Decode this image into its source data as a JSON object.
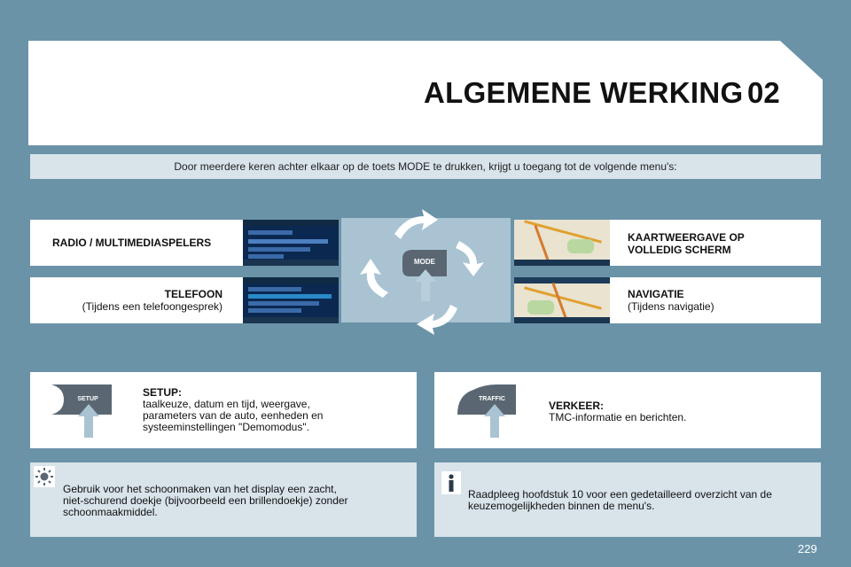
{
  "header": {
    "title": "ALGEMENE WERKING",
    "chapter": "02"
  },
  "intro": "Door meerdere keren achter elkaar op de toets MODE te drukken, krijgt u toegang tot de volgende menu's:",
  "menus": {
    "radio": {
      "title": "RADIO  / MULTIMEDIASPELERS"
    },
    "telefoon": {
      "title": "TELEFOON",
      "sub": "(Tijdens een telefoongesprek)"
    },
    "kaart": {
      "title_line1": "KAARTWEERGAVE OP",
      "title_line2": "VOLLEDIG SCHERM"
    },
    "navigatie": {
      "title": "NAVIGATIE",
      "sub": "(Tijdens navigatie)"
    }
  },
  "mode_button": {
    "label": "MODE"
  },
  "setup": {
    "button_label": "SETUP",
    "title": "SETUP:",
    "lines": [
      "taalkeuze, datum en tijd, weergave,",
      "parameters van de auto, eenheden en",
      "systeeminstellingen \"Demomodus\"."
    ]
  },
  "traffic": {
    "button_label": "TRAFFIC",
    "title": "VERKEER:",
    "lines": [
      "TMC-informatie en berichten."
    ]
  },
  "tip": {
    "icon": "sun-icon",
    "lines": [
      "Gebruik voor het schoonmaken van het display een zacht,",
      "niet-schurend doekje (bijvoorbeeld een brillendoekje) zonder",
      "schoonmaakmiddel."
    ]
  },
  "info": {
    "icon": "info-icon",
    "lines": [
      "Raadpleeg hoofdstuk 10 voor een gedetailleerd overzicht van de",
      "keuzemogelijkheden binnen de menu's."
    ]
  },
  "page_number": "229",
  "colors": {
    "background": "#6b93a8",
    "panel_light": "#d8e3ea",
    "center": "#a9c3d3",
    "button_dark": "#5a6773"
  }
}
